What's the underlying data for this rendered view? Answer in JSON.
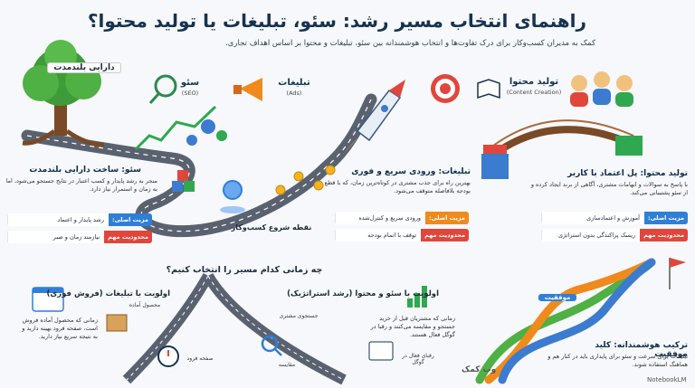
{
  "header": {
    "title": "راهنمای انتخاب مسیر رشد: سئو، تبلیغات یا تولید محتوا؟",
    "subtitle": "کمک به مدیران کسب‌وکار برای درک تفاوت‌ها و انتخاب هوشمندانه بین سئو، تبلیغات و محتوا بر اساس اهداف تجاری."
  },
  "labels": {
    "asset": "دارایی بلندمدت",
    "seo": "سئو",
    "seo_en": "(SEO)",
    "ads": "تبلیغات",
    "ads_en": "(Ads)",
    "content": "تولید محتوا",
    "content_en": "(Content Creation)",
    "start": "نقطه شروع کسب‌وکار",
    "success": "موفقیت"
  },
  "seo_section": {
    "title": "سئو: ساخت دارایی بلندمدت",
    "desc": "منجر به رشد پایدار و کسب اعتبار در نتایج جستجو می‌شود، اما به زمان و استمرار نیاز دارد.",
    "pro_tag": "مزیت اصلی:",
    "pro": "رشد پایدار و اعتماد",
    "con_tag": "محدودیت مهم",
    "con": "نیازمند زمان و صبر"
  },
  "ads_section": {
    "title": "تبلیغات: ورودی سریع و فوری",
    "desc": "بهترین راه برای جذب مشتری در کوتاه‌ترین زمان، که با قطع بودجه بلافاصله متوقف می‌شود.",
    "pro_tag": "مزیت اصلی:",
    "pro": "ورودی سریع و کنترل‌شده",
    "con_tag": "محدودیت مهم",
    "con": "توقف با اتمام بودجه"
  },
  "content_section": {
    "title": "تولید محتوا: پل اعتماد با کاربر",
    "desc": "با پاسخ به سوالات و ابهامات مشتری، آگاهی از برند ایجاد کرده و از سئو پشتیبانی می‌کند.",
    "pro_tag": "مزیت اصلی:",
    "pro": "آموزش و اعتمادسازی",
    "con_tag": "محدودیت مهم",
    "con": "ریسک پراکندگی بدون استراتژی"
  },
  "decision": {
    "question": "چه زمانی کدام مسیر را انتخاب کنیم؟",
    "ads_priority": "اولویت با تبلیغات (فروش فوری)",
    "ads_when": "زمانی که محصول آماده فروش است، صفحه فرود بهینه دارید و به نتیجه سریع نیاز دارید.",
    "ads_icon1": "محصول آماده",
    "ads_icon2": "صفحه فرود",
    "seo_priority": "اولویت با سئو و محتوا (رشد استراتژیک)",
    "seo_when": "زمانی که مشتریان قبل از خرید جستجو و مقایسه می‌کنند و رقبا در گوگل فعال هستند.",
    "seo_icon1": "جستجوی مشتری",
    "seo_icon2": "مقایسه",
    "seo_icon3": "رقبای فعال در گوگل"
  },
  "combo": {
    "title": "ترکیب هوشمندانه: کلید موفقیت",
    "desc": "تبلیغات برای سرعت و سئو برای پایداری باید در کنار هم و هماهنگ استفاده شوند."
  },
  "watermark": {
    "left": "وب کمک",
    "right": "NotebookLM"
  },
  "colors": {
    "pro": "#2f7fd8",
    "con": "#e0463c",
    "ads_pro": "#f08a1c",
    "road": "#5a6270"
  }
}
